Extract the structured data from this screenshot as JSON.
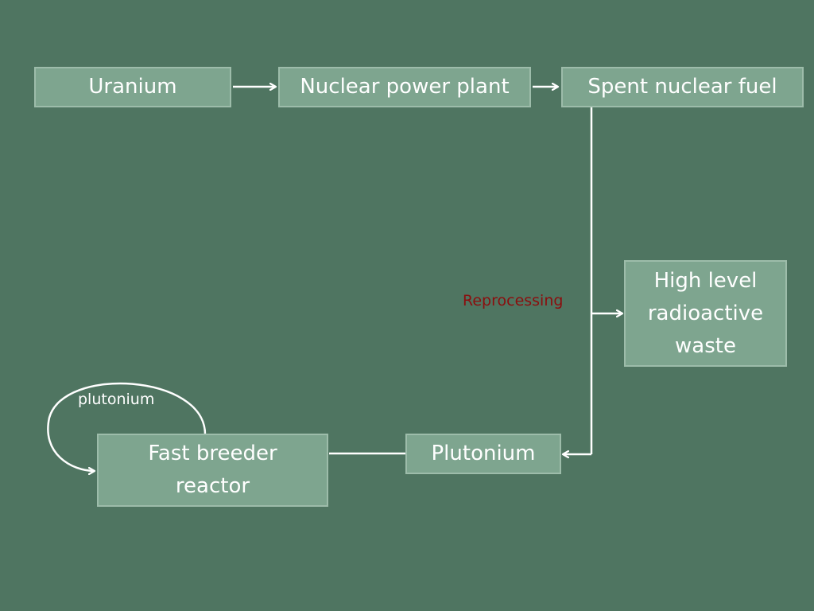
{
  "colors": {
    "background": "#4f7561",
    "node_fill": "#7ea58f",
    "node_border": "#9dbcaa",
    "node_text": "#ffffff",
    "arrow": "#ffffff",
    "reprocessing_label": "#8b0e0e"
  },
  "nodes": {
    "uranium": "Uranium",
    "nuclear_power_plant": "Nuclear power plant",
    "spent_nuclear_fuel": "Spent nuclear fuel",
    "high_level_waste_line1": "High level",
    "high_level_waste_line2": "radioactive",
    "high_level_waste_line3": "waste",
    "plutonium": "Plutonium",
    "fast_breeder_line1": "Fast breeder",
    "fast_breeder_line2": "reactor"
  },
  "labels": {
    "reprocessing": "Reprocessing",
    "plutonium_loop": "plutonium"
  }
}
